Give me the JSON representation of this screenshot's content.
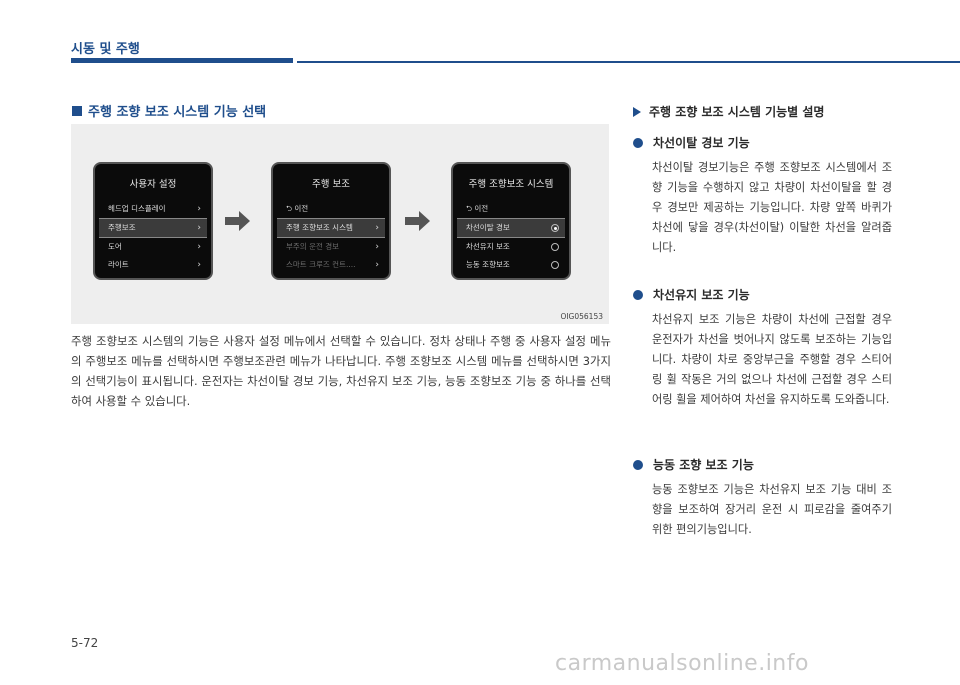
{
  "header": {
    "title": "시동 및 주행"
  },
  "section": {
    "title": "주행 조향 보조 시스템 기능 선택"
  },
  "figure": {
    "code": "OIG056153",
    "screens": [
      {
        "title": "사용자 설정",
        "items": [
          "헤드업 디스플레이",
          "주행보조",
          "도어",
          "라이트"
        ]
      },
      {
        "title": "주행 보조",
        "items": [
          "이전",
          "주행 조향보조 시스템",
          "부주의 운전 경보",
          "스마트 크루즈 컨트...."
        ]
      },
      {
        "title": "주행 조향보조 시스템",
        "items": [
          "이전",
          "차선이탈 경보",
          "차선유지 보조",
          "능동 조향보조"
        ]
      }
    ]
  },
  "intro": "주행 조향보조 시스템의 기능은 사용자 설정 메뉴에서 선택할 수 있습니다. 정차 상태나 주행 중 사용자 설정 메뉴의 주행보조 메뉴를 선택하시면 주행보조관련 메뉴가 나타납니다. 주행 조향보조 시스템 메뉴를 선택하시면 3가지의 선택기능이 표시됩니다. 운전자는 차선이탈 경보 기능, 차선유지 보조 기능, 능동 조향보조 기능 중 하나를 선택하여 사용할 수 있습니다.",
  "right": {
    "title": "주행 조향 보조 시스템 기능별 설명",
    "items": [
      {
        "heading": "차선이탈 경보 기능",
        "text": "차선이탈 경보기능은 주행 조향보조 시스템에서 조향 기능을 수행하지 않고 차량이 차선이탈을 할 경우 경보만 제공하는 기능입니다. 차량 앞쪽 바퀴가 차선에 닿을 경우(차선이탈) 이탈한 차선을 알려줍니다."
      },
      {
        "heading": "차선유지 보조 기능",
        "text": "차선유지 보조 기능은 차량이 차선에 근접할 경우 운전자가 차선을 벗어나지 않도록 보조하는 기능입니다. 차량이 차로 중앙부근을 주행할 경우 스티어링 휠 작동은 거의 없으나 차선에 근접할 경우 스티어링 휠을 제어하여 차선을 유지하도록 도와줍니다."
      },
      {
        "heading": "능동 조향 보조 기능",
        "text": "능동 조향보조 기능은 차선유지 보조 기능 대비 조향을 보조하여 장거리 운전 시 피로감을 줄여주기 위한 편의기능입니다."
      }
    ]
  },
  "page_number": "5-72",
  "watermark": "carmanualsonline.info"
}
